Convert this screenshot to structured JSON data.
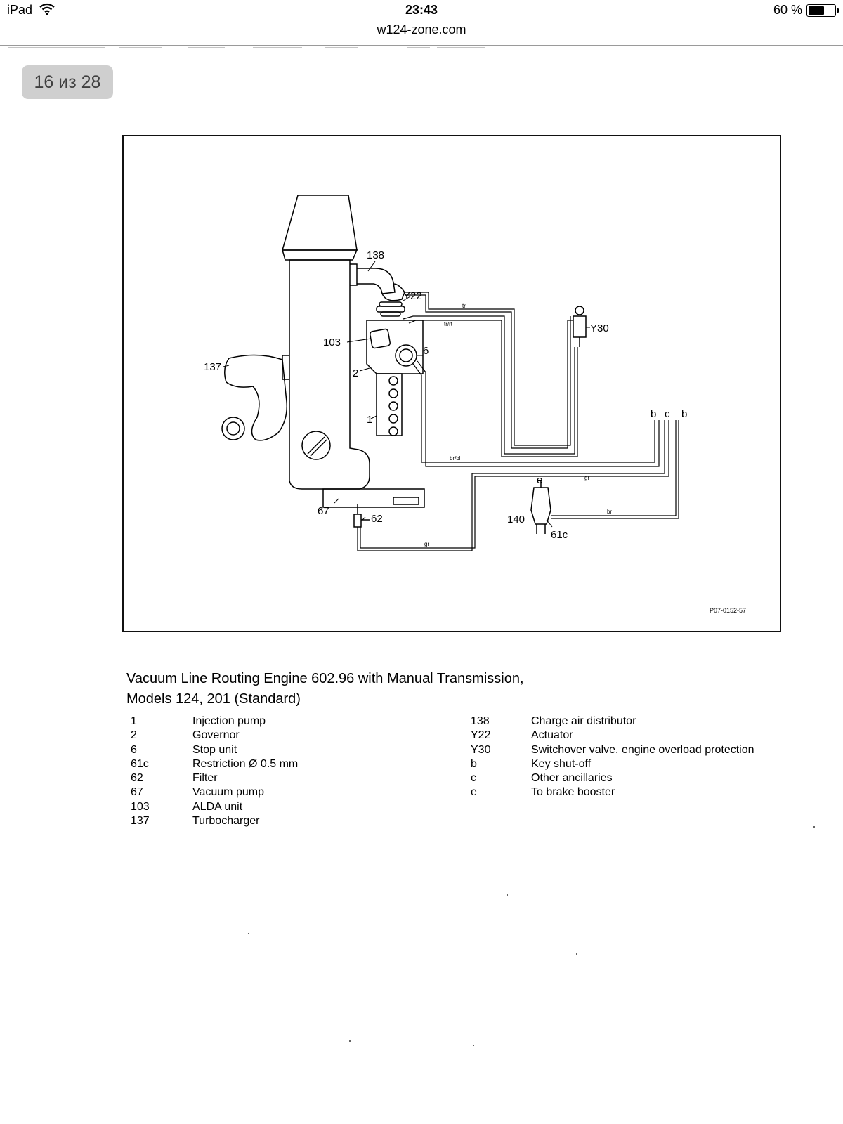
{
  "status_bar": {
    "device": "iPad",
    "time": "23:43",
    "url": "w124-zone.com",
    "battery_text": "60 %",
    "battery_level": 0.6,
    "icons": {
      "wifi": "wifi-icon",
      "battery": "battery-icon"
    }
  },
  "viewer": {
    "page_counter": "16 из 28"
  },
  "diagram": {
    "labels": {
      "l138": "138",
      "lY22": "Y22",
      "lY30": "Y30",
      "l103": "103",
      "l6": "6",
      "l137": "137",
      "l2": "2",
      "l1": "1",
      "lb1": "b",
      "lc": "c",
      "lb2": "b",
      "le": "e",
      "l67": "67",
      "l62": "62",
      "l140": "140",
      "l61c": "61c",
      "w_tr": "tr",
      "w_trrt": "tr/rt",
      "w_brbl": "br/bl",
      "w_gr1": "gr",
      "w_br": "br",
      "w_gr2": "gr"
    },
    "reference": "P07-0152-57"
  },
  "caption": {
    "line1": "Vacuum Line Routing Engine 602.96 with Manual Transmission,",
    "line2": "Models 124, 201 (Standard)"
  },
  "legend": {
    "left": [
      {
        "code": "1",
        "text": "Injection pump"
      },
      {
        "code": "2",
        "text": "Governor"
      },
      {
        "code": "6",
        "text": "Stop unit"
      },
      {
        "code": "61c",
        "text": "Restriction Ø 0.5 mm"
      },
      {
        "code": "62",
        "text": "Filter"
      },
      {
        "code": "67",
        "text": "Vacuum pump"
      },
      {
        "code": "103",
        "text": "ALDA unit"
      },
      {
        "code": "137",
        "text": "Turbocharger"
      }
    ],
    "right": [
      {
        "code": "138",
        "text": "Charge air distributor"
      },
      {
        "code": "Y22",
        "text": "Actuator"
      },
      {
        "code": "Y30",
        "text": "Switchover valve, engine overload protection"
      },
      {
        "code": "b",
        "text": "Key shut-off"
      },
      {
        "code": "c",
        "text": "Other ancillaries"
      },
      {
        "code": "e",
        "text": "To brake booster"
      }
    ]
  }
}
